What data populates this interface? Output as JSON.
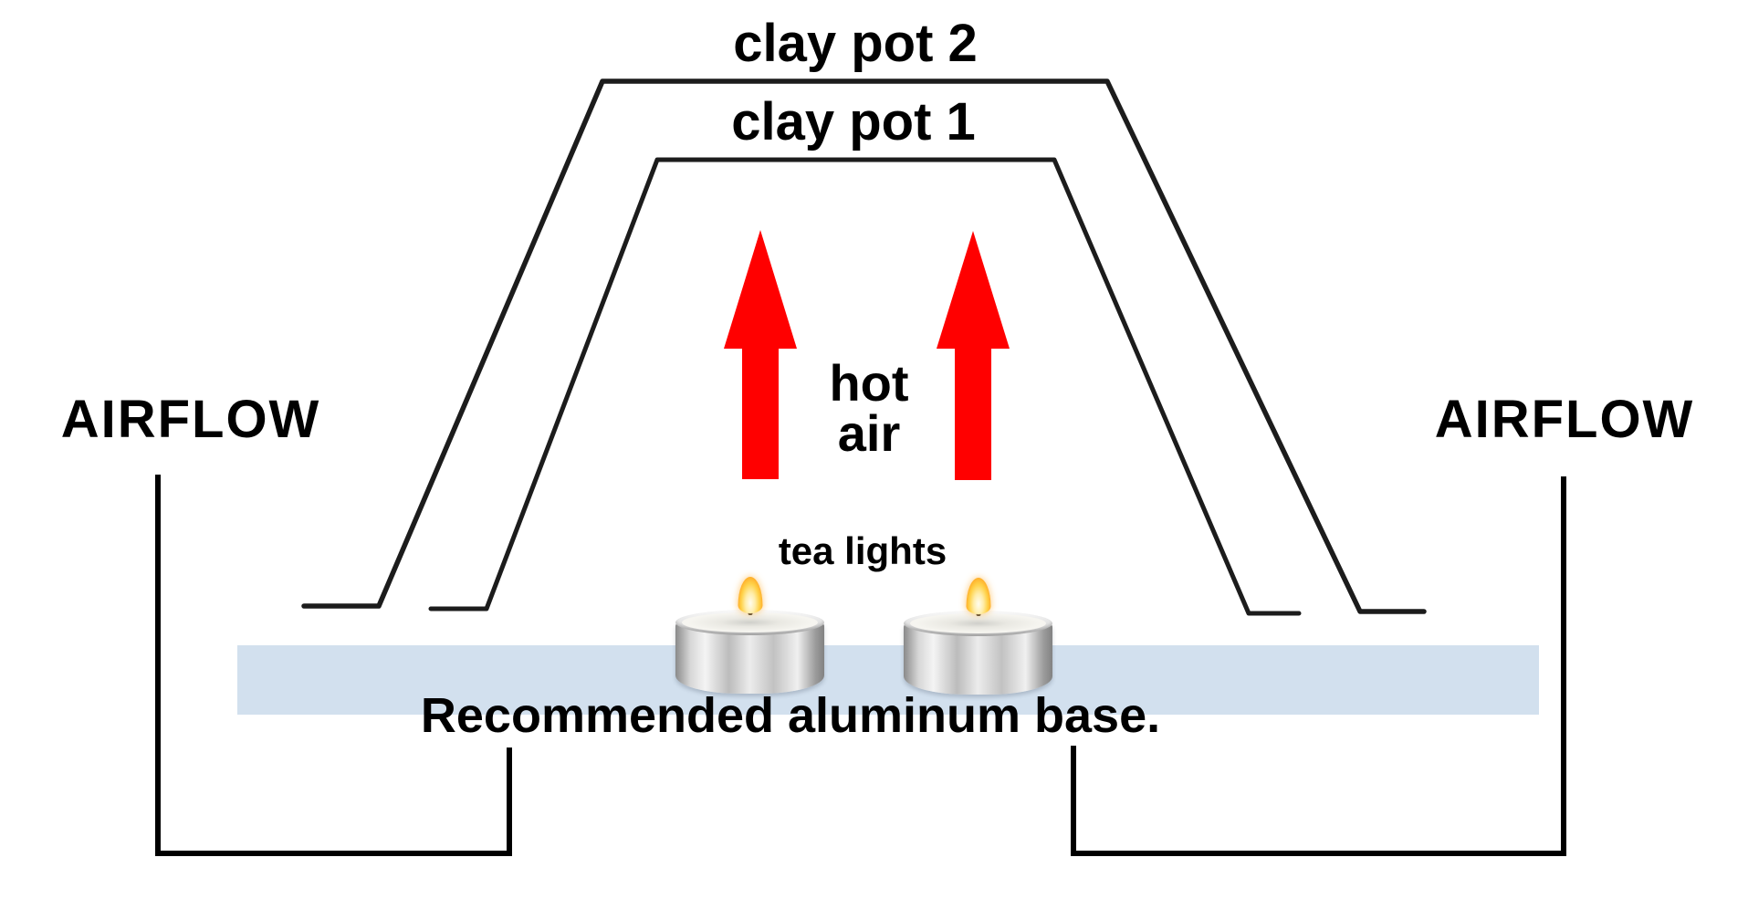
{
  "diagram": {
    "labels": {
      "clay_pot_2": "clay pot 2",
      "clay_pot_1": "clay pot 1",
      "airflow_left": "AIRFLOW",
      "airflow_right": "AIRFLOW",
      "hot_air_line1": "hot",
      "hot_air_line2": "air",
      "tea_lights": "tea lights",
      "base_caption": "Recommended aluminum base."
    },
    "colors": {
      "arrow_red": "#FF0000",
      "base_blue": "#D2E0EE",
      "pot_line": "#1C1C1C",
      "bracket_line": "#000000"
    }
  }
}
